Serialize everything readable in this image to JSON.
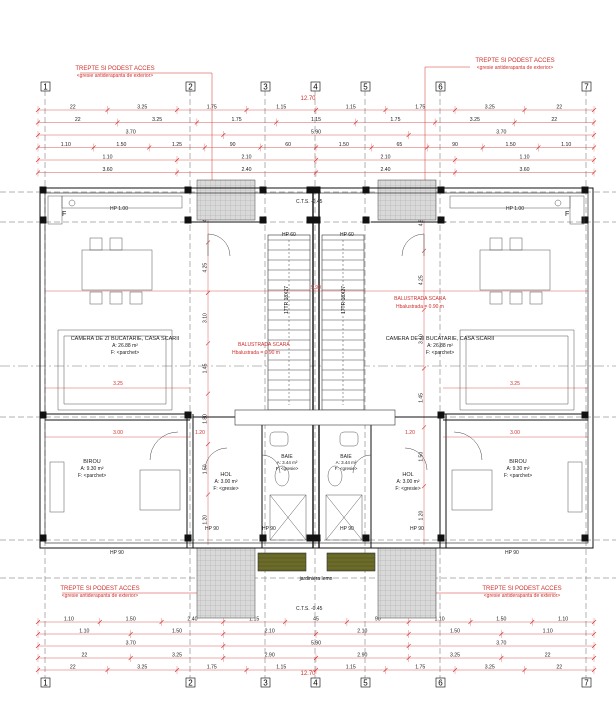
{
  "colors": {
    "dim": "#d0312d",
    "wall": "#111111",
    "line": "#333333",
    "grid": "#555555",
    "floor_wood": "#6b6b2a",
    "stair_bg": "#ffffff"
  },
  "axes_top": [
    "1",
    "2",
    "3",
    "4",
    "5",
    "6",
    "7"
  ],
  "axes_bottom": [
    "1",
    "2",
    "3",
    "4",
    "5",
    "6",
    "7"
  ],
  "total_width_top": "12.70",
  "total_width_bottom": "12.70",
  "access_labels": {
    "top_left": {
      "title": "TREPTE SI PODEST ACCES",
      "sub": "<gresie antiderapanta de exterior>"
    },
    "top_right": {
      "title": "TREPTE SI PODEST ACCES",
      "sub": "<gresie antiderapanta de exterior>"
    },
    "bottom_left": {
      "title": "TREPTE SI PODEST ACCES",
      "sub": "<gresie antiderapanta de exterior>"
    },
    "bottom_right": {
      "title": "TREPTE SI PODEST ACCES",
      "sub": "<gresie antiderapanta de exterior>"
    }
  },
  "dim_rows_top": [
    [
      "22",
      "3.25",
      "1.75",
      "1.15",
      "1.15",
      "1.75",
      "3.25",
      "22"
    ],
    [
      "22",
      "3.25",
      "1.75",
      "1.15",
      "1.75",
      "3.25",
      "22"
    ],
    [
      "3.70",
      "5.90",
      "3.70"
    ],
    [
      "1.10",
      "1.50",
      "1.25",
      "90",
      "60",
      "1.50",
      "65",
      "90",
      "1.50",
      "1.10"
    ],
    [
      "1.10",
      "2.10",
      "2.10",
      "1.10"
    ],
    [
      "3.60",
      "2.40",
      "2.40",
      "3.60"
    ]
  ],
  "dim_rows_bottom": [
    [
      "1.10",
      "1.50",
      "2.40",
      "1.15",
      "45",
      "90",
      "1.10",
      "1.50",
      "1.10"
    ],
    [
      "1.10",
      "1.50",
      "2.10",
      "2.10",
      "1.50",
      "1.10"
    ],
    [
      "3.70",
      "5.90",
      "3.70"
    ],
    [
      "22",
      "3.25",
      "2.90",
      "2.90",
      "3.25",
      "22"
    ],
    [
      "22",
      "3.25",
      "1.75",
      "1.15",
      "1.15",
      "1.75",
      "3.25",
      "22"
    ]
  ],
  "left_dims": [
    "4.85",
    "4.25",
    "3.10",
    "1.45",
    "1.80",
    "1.50",
    "1.20"
  ],
  "right_dims": [
    "4.85",
    "4.25",
    "3.10",
    "1.45",
    "1.50",
    "1.20"
  ],
  "rooms": [
    {
      "name": "CAMERA DE ZI BUCATARIE, CASA SCARII",
      "area": "A: 26.88 m²",
      "floor": "F: <parchet>"
    },
    {
      "name": "CAMERA DE ZI BUCATARIE, CASA SCARII",
      "area": "A: 26.88 m²",
      "floor": "F: <parchet>"
    },
    {
      "name": "BIROU",
      "area": "A: 9.30 m²",
      "floor": "F: <parchet>"
    },
    {
      "name": "BIROU",
      "area": "A: 9.30 m²",
      "floor": "F: <parchet>"
    },
    {
      "name": "HOL",
      "area": "A: 3.00 m²",
      "floor": "F: <gresie>"
    },
    {
      "name": "HOL",
      "area": "A: 3.00 m²",
      "floor": "F: <gresie>"
    },
    {
      "name": "BAIE",
      "area": "A: 3.44 m²",
      "floor": "F: <gresie>"
    },
    {
      "name": "BAIE",
      "area": "A: 3.44 m²",
      "floor": "F: <gresie>"
    }
  ],
  "labels": {
    "balustrada_left": "BALUSTRADA SCARA",
    "balustrada_left_h": "Hbalustrada = 0.90 m",
    "balustrada_right": "BALUSTRADA SCARA",
    "balustrada_right_h": "Hbalustrada = 0.90 m",
    "cts_top": "C.T.S. -0.45",
    "cts_bottom": "C.T.S. -0.45",
    "jardiniera": "jardiniera lemn",
    "hp60_left": "HP 60",
    "hp60_right": "HP 60",
    "hp90_left": "HP 90",
    "hp90_right": "HP 90",
    "hp90_mid_l": "HP 90",
    "hp90_mid_r": "HP 90",
    "hp90_wl": "HP 90",
    "hp90_wr": "HP 90",
    "hp100_l": "HP 1.00",
    "hp100_r": "HP 1.00",
    "stair_l": "17TR 18X27",
    "stair_r": "17TR 18X27",
    "frig_l": "F",
    "frig_r": "F",
    "dim_300": "3.00",
    "dim_325": "3.25",
    "dim_590": "5.90",
    "dim_120": "1.20"
  }
}
